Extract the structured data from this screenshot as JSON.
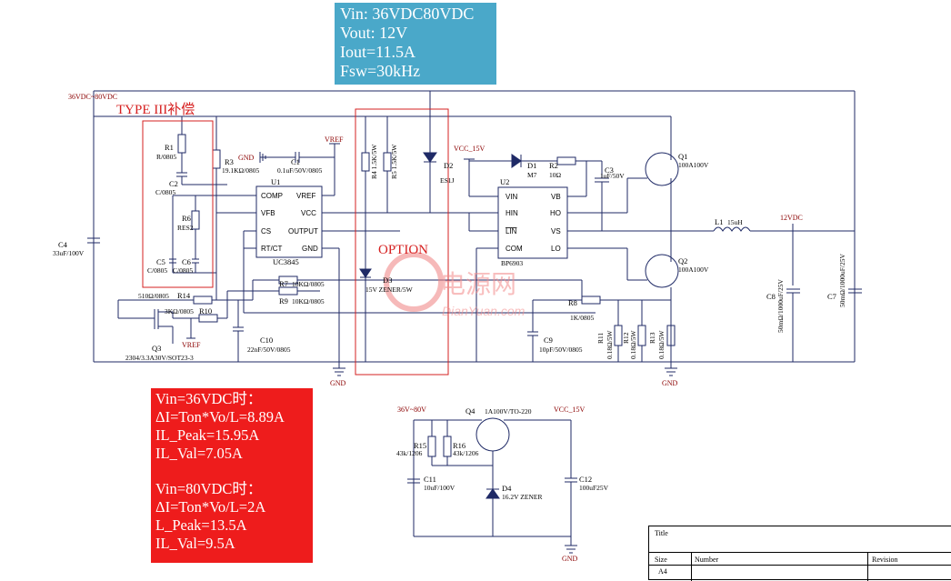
{
  "spec": {
    "vin": "Vin: 36VDC80VDC",
    "vout": "Vout: 12V",
    "iout": "Iout=11.5A",
    "fsw": "Fsw=30kHz"
  },
  "calc": {
    "l1": "Vin=36VDC时：",
    "l2": "ΔI=Ton*Vo/L=8.89A",
    "l3": "IL_Peak=15.95A",
    "l4": "IL_Val=7.05A",
    "l5": "Vin=80VDC时：",
    "l6": "ΔI=Ton*Vo/L=2A",
    "l7": "L_Peak=13.5A",
    "l8": "IL_Val=9.5A"
  },
  "labels": {
    "vin_net": "36VDC~80VDC",
    "type3": "TYPE III补偿",
    "option": "OPTION",
    "vref1": "VREF",
    "vref2": "VREF",
    "vcc15_1": "VCC_15V",
    "vcc15_2": "VCC_15V",
    "out_net": "12VDC",
    "gnd_left": "GND",
    "gnd1": "GND",
    "gnd2": "GND",
    "gnd3": "GND",
    "in_net2": "36V~80V"
  },
  "parts": {
    "r1": "R1",
    "r1v": "R/0805",
    "c2": "C2",
    "c2v": "C/0805",
    "r3": "R3",
    "r3v": "19.1KΩ/0805",
    "c1": "C1",
    "c1v": "0.1uF/50V/0805",
    "r6": "R6",
    "r6v": "RES2",
    "c5": "C5",
    "c5v": "C/0805",
    "c6": "C6",
    "c6v": "C/0805",
    "u1": "U1",
    "u1n": "UC3845",
    "u1p1": "COMP",
    "u1p2": "VFB",
    "u1p3": "CS",
    "u1p4": "RT/CT",
    "u1p5": "VREF",
    "u1p6": "VCC",
    "u1p7": "OUTPUT",
    "u1p8": "GND",
    "r4": "R4",
    "r4v": "1.5K/5W",
    "r5": "R5",
    "r5v": "1.5K/5W",
    "d2": "D2",
    "d2v": "ES1J",
    "d3": "D3",
    "d3v": "15V ZENER/5W",
    "r7": "R7",
    "r7v": "10KΩ/0805",
    "r9": "R9",
    "r9v": "10KΩ/0805",
    "r14": "R14",
    "r14v": "510Ω/0805",
    "r10": "R10",
    "r10v": "3KΩ/0805",
    "q3": "Q3",
    "q3v": "2304/3.3A30V/SOT23-3",
    "c10": "C10",
    "c10v": "22nF/50V/0805",
    "c4": "C4",
    "c4v": "33uF/100V",
    "d1": "D1",
    "d1v": "M7",
    "r2": "R2",
    "r2v": "10Ω",
    "c3": "C3",
    "c3v": "1uF/50V",
    "u2": "U2",
    "u2n": "BP6903",
    "u2p1": "VIN",
    "u2p2": "HIN",
    "u2p3": "LIN",
    "u2p4": "COM",
    "u2p5": "VB",
    "u2p6": "HO",
    "u2p7": "VS",
    "u2p8": "LO",
    "q1": "Q1",
    "q1v": "100A100V",
    "q2": "Q2",
    "q2v": "100A100V",
    "l1": "L1",
    "l1v": "15uH",
    "c8": "C8",
    "c8v": "50mΩ/1000uF/25V",
    "c7": "C7",
    "c7v": "50mΩ/1000uF/25V",
    "r8": "R8",
    "r8v": "1K/0805",
    "c9": "C9",
    "c9v": "10pF/50V/0805",
    "r11": "R11",
    "r11v": "0.18Ω/5W",
    "r12": "R12",
    "r12v": "0.18Ω/5W",
    "r13": "R13",
    "r13v": "0.18Ω/5W",
    "q4": "Q4",
    "q4v": "1A100V/TO-220",
    "r15": "R15",
    "r15v": "43k/1206",
    "r16": "R16",
    "r16v": "43k/1206",
    "c11": "C11",
    "c11v": "10uF/100V",
    "d4": "D4",
    "d4v": "16.2V ZENER",
    "c12": "C12",
    "c12v": "100uF25V"
  },
  "watermark": {
    "cn": "电源网",
    "en": "DianYuan.com"
  },
  "titleblock": {
    "title": "Title",
    "size": "Size",
    "size_val": "A4",
    "number": "Number",
    "revision": "Revision"
  },
  "colors": {
    "wire": "#1f2a66",
    "net": "#8b0000",
    "spec_bg": "#4aa8c9",
    "calc_bg": "#ee1c1c",
    "box": "#d62020"
  }
}
